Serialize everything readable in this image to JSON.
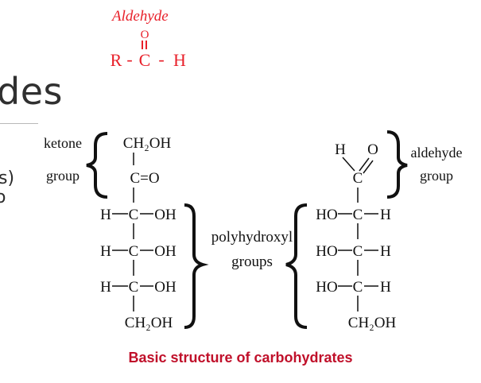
{
  "annotation": {
    "word": "Aldehyde",
    "oxygen": "O",
    "r": "R",
    "dash1": "-",
    "carbon": "C",
    "dash2": "-",
    "hydrogen": "H",
    "color": "#e8202a"
  },
  "slide": {
    "title_fragment": "des",
    "body_fragment_1": "s)",
    "body_fragment_2": "o"
  },
  "ketose": {
    "label_line1": "ketone",
    "label_line2": "group",
    "top": "CH₂OH",
    "keto": "C=O",
    "rows": [
      {
        "left": "H",
        "center": "C",
        "right": "OH"
      },
      {
        "left": "H",
        "center": "C",
        "right": "OH"
      },
      {
        "left": "H",
        "center": "C",
        "right": "OH"
      }
    ],
    "bottom": "CH₂OH"
  },
  "aldose": {
    "label_line1": "aldehyde",
    "label_line2": "group",
    "ald_h": "H",
    "ald_o": "O",
    "ald_c": "C",
    "rows": [
      {
        "left": "HO",
        "center": "C",
        "right": "H"
      },
      {
        "left": "HO",
        "center": "C",
        "right": "H"
      },
      {
        "left": "HO",
        "center": "C",
        "right": "H"
      }
    ],
    "bottom": "CH₂OH"
  },
  "middle_label": {
    "line1": "polyhydroxyl",
    "line2": "groups"
  },
  "caption": "Basic structure of carbohydrates",
  "colors": {
    "caption": "#c0102a",
    "ink": "#111111"
  }
}
